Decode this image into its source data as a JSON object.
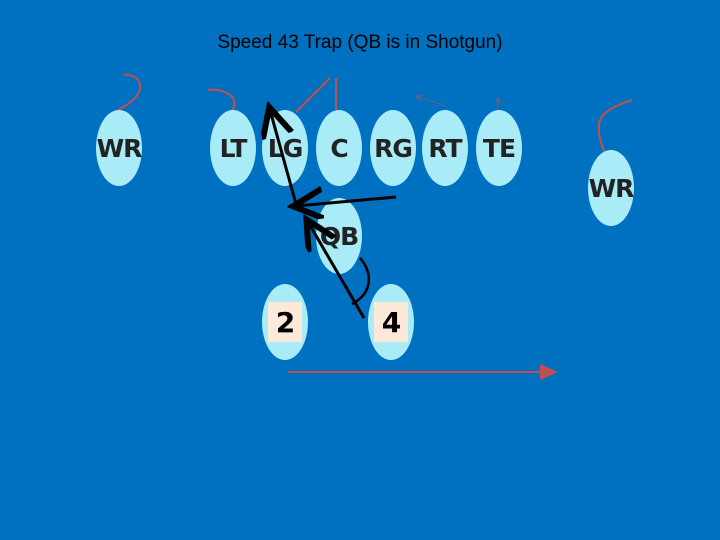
{
  "title": "Speed 43 Trap (QB is in Shotgun)",
  "colors": {
    "background": "#0070c0",
    "player_fill": "#a9ebf7",
    "number_box": "#fde9d9",
    "block_line": "#c0504d",
    "route_arrow": "#000000"
  },
  "players": {
    "wr_left": "WR",
    "lt": "LT",
    "lg": "LG",
    "c": "C",
    "rg": "RG",
    "rt": "RT",
    "te": "TE",
    "wr_right": "WR",
    "qb": "QB",
    "back_2": "2",
    "back_4": "4"
  }
}
